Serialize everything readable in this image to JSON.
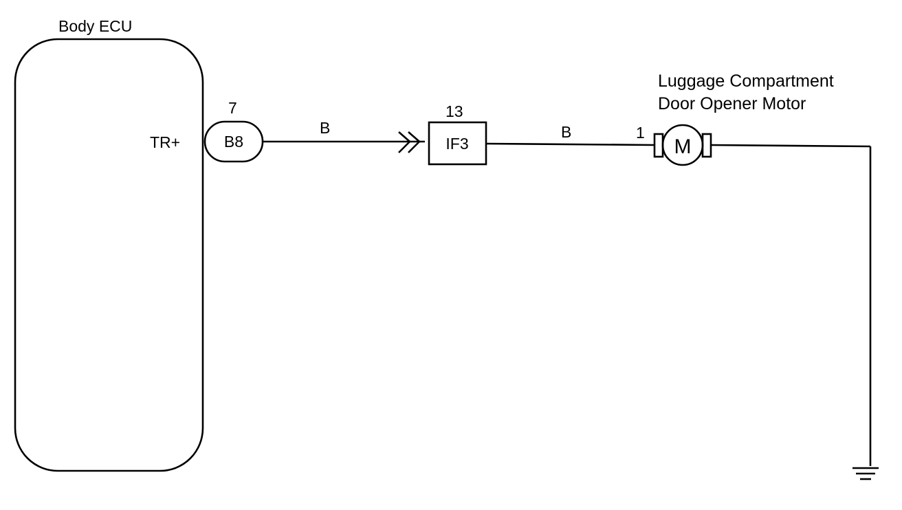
{
  "ecu": {
    "name": "Body ECU",
    "terminal": "TR+"
  },
  "connector_b8": {
    "pin": "7",
    "id": "B8"
  },
  "wire_1": {
    "color": "B"
  },
  "connector_if3": {
    "pin": "13",
    "id": "IF3"
  },
  "wire_2": {
    "color": "B"
  },
  "motor": {
    "name_line1": "Luggage Compartment",
    "name_line2": "Door Opener Motor",
    "pin": "1",
    "symbol": "M"
  }
}
